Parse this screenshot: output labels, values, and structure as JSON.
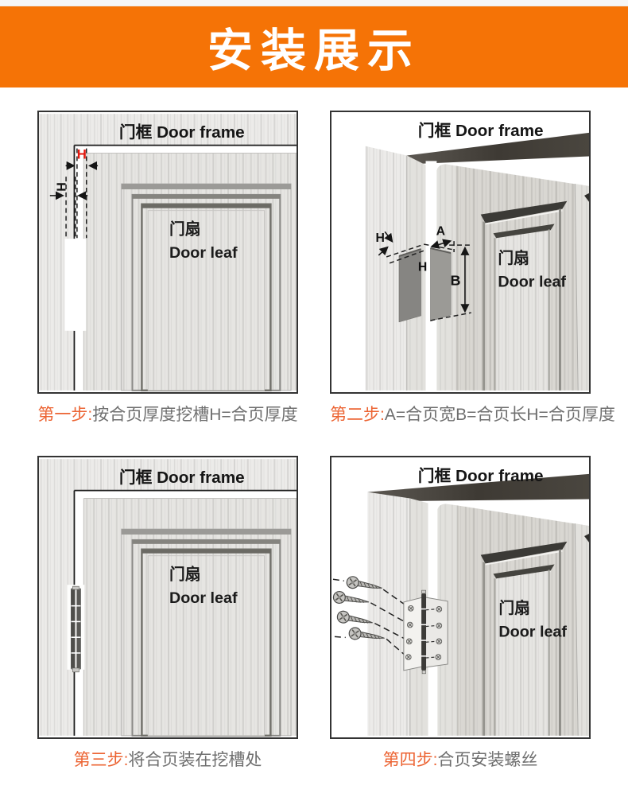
{
  "banner": {
    "title": "安装展示"
  },
  "labels": {
    "door_frame": "门框 Door frame",
    "door_leaf_zh": "门扇",
    "door_leaf_en": "Door leaf"
  },
  "dimensions": {
    "h": "H",
    "a": "A",
    "b": "B"
  },
  "steps": [
    {
      "number": "第一步:",
      "text": "按合页厚度挖槽H=合页厚度"
    },
    {
      "number": "第二步:",
      "text": "A=合页宽B=合页长H=合页厚度"
    },
    {
      "number": "第三步:",
      "text": "将合页装在挖槽处"
    },
    {
      "number": "第四步:",
      "text": "合页安装螺丝"
    }
  ],
  "colors": {
    "banner_bg": "#f57306",
    "step_accent": "#ec6433",
    "dimension_red": "#e3170d"
  }
}
